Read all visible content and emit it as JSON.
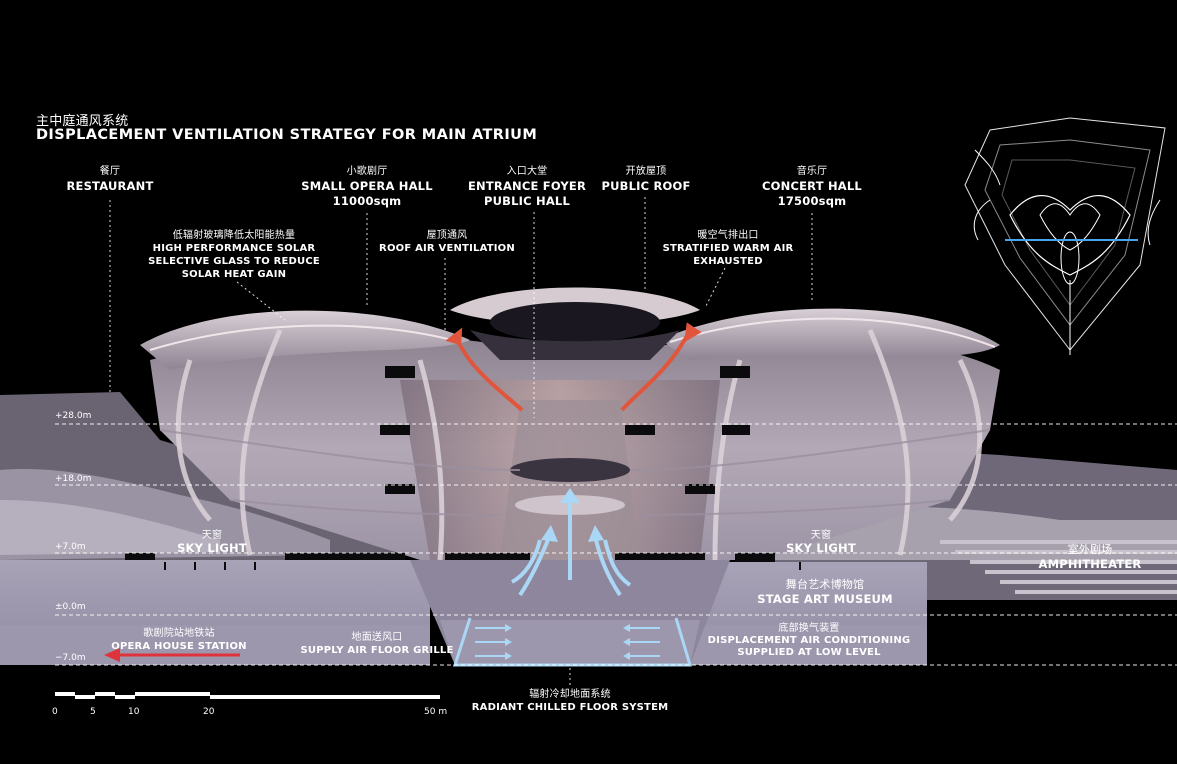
{
  "title": {
    "zh": "主中庭通风系统",
    "en": "DISPLACEMENT VENTILATION STRATEGY FOR MAIN ATRIUM"
  },
  "top_labels": [
    {
      "id": "restaurant",
      "zh": "餐厅",
      "en": "RESTAURANT",
      "extra": ""
    },
    {
      "id": "opera",
      "zh": "小歌剧厅",
      "en": "SMALL OPERA HALL",
      "extra": "11000sqm"
    },
    {
      "id": "foyer",
      "zh": "入口大堂",
      "en": "ENTRANCE FOYER",
      "extra": "PUBLIC HALL"
    },
    {
      "id": "roof",
      "zh": "开放屋顶",
      "en": "PUBLIC ROOF",
      "extra": ""
    },
    {
      "id": "concert",
      "zh": "音乐厅",
      "en": "CONCERT HALL",
      "extra": "17500sqm"
    }
  ],
  "annotations": {
    "glass": {
      "zh": "低辐射玻璃降低太阳能热量",
      "l1": "HIGH PERFORMANCE SOLAR",
      "l2": "SELECTIVE GLASS TO REDUCE",
      "l3": "SOLAR HEAT GAIN"
    },
    "roof_vent": {
      "zh": "屋顶通风",
      "en": "ROOF AIR VENTILATION"
    },
    "exhaust": {
      "zh": "暖空气排出口",
      "l1": "STRATIFIED WARM AIR",
      "l2": "EXHAUSTED"
    },
    "skylight_left": {
      "zh": "天窗",
      "en": "SKY LIGHT"
    },
    "skylight_right": {
      "zh": "天窗",
      "en": "SKY LIGHT"
    },
    "amphitheater": {
      "zh": "室外剧场",
      "en": "AMPHITHEATER"
    },
    "museum": {
      "zh": "舞台艺术博物馆",
      "en": "STAGE ART MUSEUM"
    },
    "station": {
      "zh": "歌剧院站地铁站",
      "en": "OPERA HOUSE STATION"
    },
    "grille": {
      "zh": "地面送风口",
      "en": "SUPPLY AIR FLOOR GRILLE"
    },
    "displacement": {
      "zh": "底部换气装置",
      "l1": "DISPLACEMENT AIR CONDITIONING",
      "l2": "SUPPLIED AT LOW LEVEL"
    },
    "floor": {
      "zh": "辐射冷却地面系统",
      "en": "RADIANT CHILLED FLOOR SYSTEM"
    }
  },
  "levels": [
    "+28.0m",
    "+18.0m",
    "+7.0m",
    "±0.0m",
    "−7.0m"
  ],
  "scale": {
    "ticks": [
      "0",
      "5",
      "10",
      "20",
      "50 m"
    ]
  },
  "colors": {
    "warm_air": "#e0553c",
    "cool_air": "#a9d7f5",
    "station_arrow": "#e0323a",
    "building": "#b8aeb8",
    "background": "#000000"
  }
}
